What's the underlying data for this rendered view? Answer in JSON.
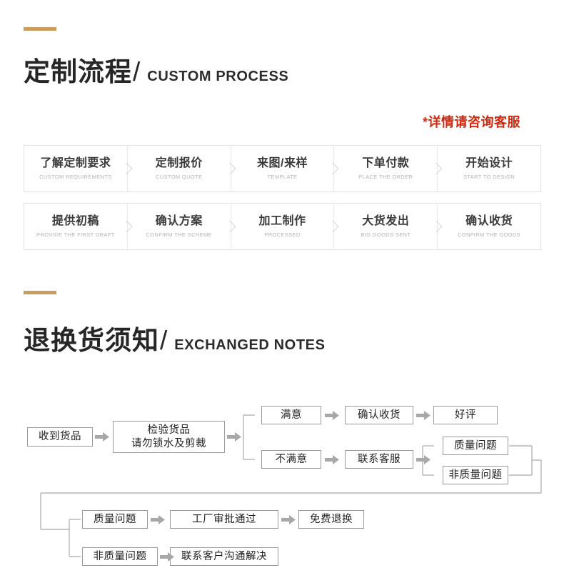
{
  "sections": [
    {
      "accent": "#c99d5e",
      "title_cn": "定制流程",
      "slash": "/",
      "title_en": "CUSTOM PROCESS",
      "note": "*详情请咨询客服"
    },
    {
      "accent": "#c99d5e",
      "title_cn": "退换货须知",
      "slash": "/",
      "title_en": "EXCHANGED NOTES"
    }
  ],
  "process": {
    "rows": [
      [
        {
          "cn": "了解定制要求",
          "en": "CUSTOM REQUIREMENTS"
        },
        {
          "cn": "定制报价",
          "en": "CUSTOM QUOTE"
        },
        {
          "cn": "来图/来样",
          "en": "TEMPLATE"
        },
        {
          "cn": "下单付款",
          "en": "PLACE THE ORDER"
        },
        {
          "cn": "开始设计",
          "en": "START TO DESIGN"
        }
      ],
      [
        {
          "cn": "提供初稿",
          "en": "PROVIDE THE FIRST DRAFT"
        },
        {
          "cn": "确认方案",
          "en": "CONFIRM THE SCHEME"
        },
        {
          "cn": "加工制作",
          "en": "PROCESSED"
        },
        {
          "cn": "大货发出",
          "en": "BIG GOODS SENT"
        },
        {
          "cn": "确认收货",
          "en": "CONFIRM THE GOODS"
        }
      ]
    ]
  },
  "flow": {
    "nodes": {
      "received": "收到货品",
      "inspect_line1": "检验货品",
      "inspect_line2": "请勿锁水及剪裁",
      "satisfied": "满意",
      "confirm_receipt": "确认收货",
      "good_review": "好评",
      "unsatisfied": "不满意",
      "contact_service": "联系客服",
      "quality_issue": "质量问题",
      "nonquality_issue": "非质量问题",
      "quality_issue_2": "质量问题",
      "factory_approved": "工厂审批通过",
      "free_exchange": "免费退换",
      "nonquality_2": "非质量问题",
      "contact_resolve": "联系客户沟通解决"
    },
    "colors": {
      "box_border": "#9a9a9a",
      "connector": "#b5b5b5",
      "arrow": "#a8a8a8"
    }
  }
}
